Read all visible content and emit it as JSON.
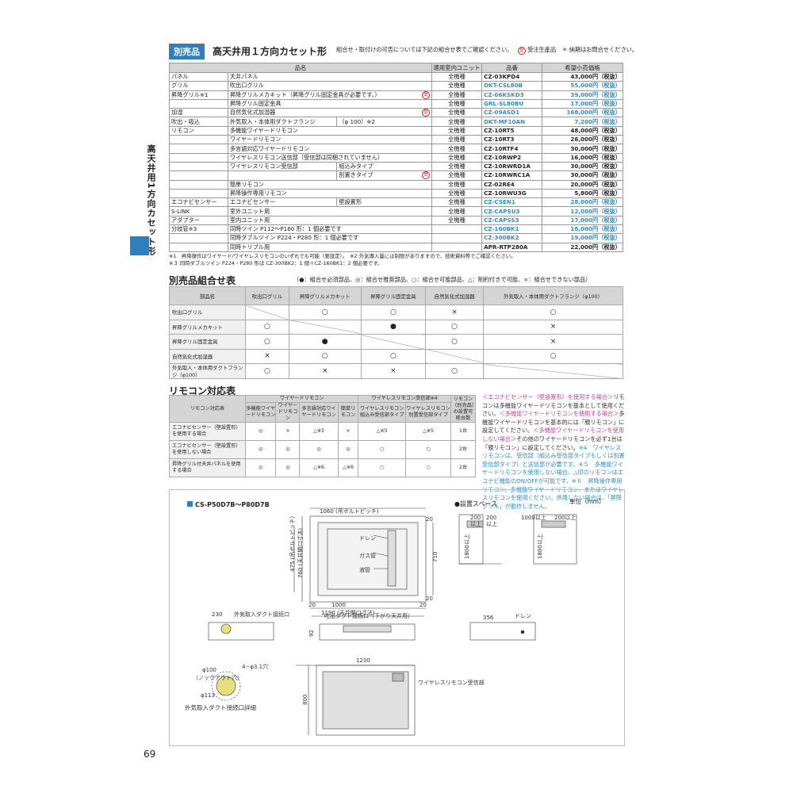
{
  "section": {
    "tag": "別売品",
    "title": "高天井用１方向カセット形",
    "note": "組合せ・取付けの可否については下記の組合せ表でご確認ください。",
    "legend_mark": "受",
    "legend_mark_text": "受注生産品",
    "legend_delivery": "＊ 納期はお問合せください。"
  },
  "side_label": "高天井用1方向カセット形",
  "page_number": "69",
  "products": {
    "headers": [
      "品名",
      "適用室内ユニット",
      "品番",
      "希望小売価格"
    ],
    "rows": [
      {
        "cat": "パネル",
        "name": "天井パネル",
        "sub": "",
        "mark": "",
        "unit": "全機種",
        "code": "CZ-03KPD4",
        "blue": false,
        "price": "43,000円（税抜）"
      },
      {
        "cat": "グリル",
        "name": "吹出口グリル",
        "sub": "",
        "mark": "",
        "unit": "全機種",
        "code": "DKT-CSL80B",
        "blue": true,
        "price": "55,000円（税抜）"
      },
      {
        "cat": "昇降グリル※1",
        "name": "昇降グリルメカキット（昇降グリル固定金具が必要です。）",
        "sub": "",
        "mark": "受",
        "unit": "全機種",
        "code": "CZ-06KSKD3",
        "blue": true,
        "price": "39,000円（税抜）"
      },
      {
        "cat": "",
        "name": "昇降グリル固定金具",
        "sub": "",
        "mark": "",
        "unit": "全機種",
        "code": "GRL-SL80BU",
        "blue": true,
        "price": "17,000円（税抜）"
      },
      {
        "cat": "加湿",
        "name": "自然気化式加湿器",
        "sub": "",
        "mark": "受",
        "unit": "全機種",
        "code": "CZ-09ASD1",
        "blue": true,
        "price": "168,000円（税抜）"
      },
      {
        "cat": "吹出・吸込",
        "name": "外気取入・本体用ダクトフランジ",
        "sub": "（φ 100）※2",
        "mark": "",
        "unit": "全機種",
        "code": "DKT-MF10AN",
        "blue": true,
        "price": "7,200円（税抜）"
      },
      {
        "cat": "リモコン",
        "name": "多機能ワイヤードリモコン",
        "sub": "",
        "mark": "",
        "unit": "全機種",
        "code": "CZ-10RT5",
        "blue": false,
        "price": "48,000円（税抜）"
      },
      {
        "cat": "",
        "name": "ワイヤードリモコン",
        "sub": "",
        "mark": "",
        "unit": "全機種",
        "code": "CZ-10RT3",
        "blue": false,
        "price": "26,000円（税抜）"
      },
      {
        "cat": "",
        "name": "多言語対応ワイヤードリモコン",
        "sub": "",
        "mark": "",
        "unit": "全機種",
        "code": "CZ-10RTF4",
        "blue": false,
        "price": "30,000円（税抜）"
      },
      {
        "cat": "",
        "name": "ワイヤレスリモコン送信部（受信部は同梱されていません）",
        "sub": "",
        "mark": "",
        "unit": "全機種",
        "code": "CZ-10RWP2",
        "blue": false,
        "price": "16,000円（税抜）"
      },
      {
        "cat": "",
        "name": "ワイヤレスリモコン受信部",
        "sub": "組込みタイプ",
        "mark": "",
        "unit": "全機種",
        "code": "CZ-10RWRD1A",
        "blue": false,
        "price": "30,000円（税抜）"
      },
      {
        "cat": "",
        "name": "",
        "sub": "別置きタイプ",
        "mark": "受",
        "unit": "全機種",
        "code": "CZ-10RWRC1A",
        "blue": false,
        "price": "30,000円（税抜）"
      },
      {
        "cat": "",
        "name": "簡単リモコン",
        "sub": "",
        "mark": "",
        "unit": "全機種",
        "code": "CZ-02RE4",
        "blue": false,
        "price": "20,000円（税抜）"
      },
      {
        "cat": "",
        "name": "昇降操作専用リモコン",
        "sub": "",
        "mark": "",
        "unit": "全機種",
        "code": "CZ-10RWU3G",
        "blue": false,
        "price": "5,800円（税抜）"
      },
      {
        "cat": "エコナビセンサー",
        "name": "エコナビセンサー",
        "sub": "壁設置形",
        "mark": "",
        "unit": "全機種",
        "code": "CZ-CSEN1",
        "blue": true,
        "price": "28,000円（税抜）"
      },
      {
        "cat": "S-LINK",
        "name": "室外ユニット用",
        "sub": "",
        "mark": "",
        "unit": "全機種",
        "code": "CZ-CAPSU3",
        "blue": true,
        "price": "12,000円（税抜）"
      },
      {
        "cat": "アダプター",
        "name": "室内ユニット用",
        "sub": "",
        "mark": "",
        "unit": "全機種",
        "code": "CZ-CAPSS3",
        "blue": true,
        "price": "17,000円（税抜）"
      },
      {
        "cat": "分岐管※3",
        "name": "同時ツイン P112～P160 形：1 個必要です",
        "sub": "",
        "mark": "",
        "unit": "",
        "code": "CZ-160BK1",
        "blue": true,
        "price": "16,000円（税抜）"
      },
      {
        "cat": "",
        "name": "同時ダブルツイン P224・P280 形：1 個必要です",
        "sub": "",
        "mark": "",
        "unit": "",
        "code": "CZ-300BK2",
        "blue": true,
        "price": "19,000円（税抜）"
      },
      {
        "cat": "",
        "name": "同時トリプル用",
        "sub": "",
        "mark": "",
        "unit": "",
        "code": "APR-RTP280A",
        "blue": false,
        "price": "22,000円（税抜）"
      }
    ],
    "footnote1": "※1　昇降操作はワイヤード/ワイヤレスリモコンのいずれでも可能（要設定）。　※2 外気導入量には制限がありますので、技術資料等でご確認ください。",
    "footnote2": "※３ 同時ダブルツイン P224・P280 形は CZ-300BK2：1 個＋CZ-160BK1：2 個必要です。"
  },
  "combo": {
    "title": "別売品組合せ表",
    "legend": "（●：組合せ必須部品、◎：組合せ推奨部品、○：組合せ可能部品、△：制約付きで可能、×：組合せできない部品）",
    "corner": "部品名",
    "cols": [
      "吹出口グリル",
      "昇降グリルメカキット",
      "昇降グリル固定金具",
      "自然気化式加湿器",
      "外気取入・本体用ダクトフランジ（φ100）"
    ],
    "rows": [
      {
        "name": "吹出口グリル",
        "cells": [
          "",
          "○",
          "○",
          "×",
          "○"
        ]
      },
      {
        "name": "昇降グリルメカキット",
        "cells": [
          "○",
          "",
          "●",
          "○",
          "×"
        ]
      },
      {
        "name": "昇降グリル固定金具",
        "cells": [
          "○",
          "●",
          "",
          "○",
          "×"
        ]
      },
      {
        "name": "自然気化式加湿器",
        "cells": [
          "×",
          "○",
          "○",
          "",
          "○"
        ]
      },
      {
        "name": "外気取入・本体用ダクトフランジ（φ100）",
        "cells": [
          "○",
          "×",
          "×",
          "○",
          ""
        ]
      }
    ]
  },
  "remote": {
    "title": "リモコン対応表",
    "corner": "リモコン対応表",
    "group_wired": "ワイヤードリモコン",
    "group_wireless": "ワイヤレスリモコン受信部※4",
    "group_count": "リモコン（別売品）の設置可能台数",
    "cols": [
      "多機能ワイヤードリモコン",
      "ワイヤードリモコン",
      "多言語対応ワイヤードリモコン",
      "簡単リモコン",
      "ワイヤレスリモコン組込み受信部タイプ",
      "ワイヤレスリモコン別置受信部タイプ"
    ],
    "rows": [
      {
        "name": "エコナビセンサー（壁設置形）を使用する場合",
        "cells": [
          "◎",
          "×",
          "△※5",
          "×",
          "△※5",
          "△※5"
        ],
        "count": "1台"
      },
      {
        "name": "エコナビセンサー（壁設置形）を使用しない場合",
        "cells": [
          "◎",
          "◎",
          "◎",
          "◎",
          "○",
          "○"
        ],
        "count": "2台"
      },
      {
        "name": "昇降グリル付天井パネルを使用する場合",
        "cells": [
          "◎",
          "◎",
          "△※6",
          "△※6",
          "○",
          "○"
        ],
        "count": "2台"
      }
    ],
    "notes": [
      {
        "cls": "pink",
        "text": "＜エコナビセンサー（壁設置形）を使用する場合＞"
      },
      {
        "cls": "",
        "text": "リモコンは多機能ワイヤードリモコンを基本として使用ください。"
      },
      {
        "cls": "pink",
        "text": "＜多機能ワイヤードリモコンを使用する場合＞"
      },
      {
        "cls": "",
        "text": "多機能ワイヤードリモコンを基本的には「親リモコン」に設定してください。"
      },
      {
        "cls": "pink",
        "text": "＜多機能ワイヤードリモコンを使用しない場合＞"
      },
      {
        "cls": "",
        "text": "その他のワイヤードリモコンを必ず1台は「親リモコン」に設定してください。"
      },
      {
        "cls": "blue",
        "text": "※4　ワイヤレスリモコンは、受信部（組込み受信部タイプもしくは別置受信部タイプ）と送信部が必要です。"
      },
      {
        "cls": "blue",
        "text": "※５　多機能ワイヤードリモコンを使用しない場合、△印のリモコンはエコナビ機能のON/OFFが可能です。"
      },
      {
        "cls": "blue",
        "text": "※６　昇降操作専用リモコン、多機能ワイヤードリモコン、またはワイヤレスリモコンを使用ください。併用しない場合は、「昇降グリル」が動作しません。"
      }
    ]
  },
  "drawing": {
    "model": "CS-P50D7B～P80D7B",
    "unit_label": "単位（mm）",
    "space_label": "●設置スペース",
    "labels": {
      "bolt_pitch": "1060 (吊ボルトピッチ)",
      "ceiling_w": "1190 (天井開口寸法)",
      "ceiling_h": "760 (天井開口寸法)",
      "bolt_h": "475 (吊ボルトピッチ)",
      "w1000": "1000",
      "h710": "710",
      "d20a": "20",
      "d20b": "20",
      "d20c": "20",
      "d20d": "20",
      "drain": "ドレン",
      "gas": "ガス管",
      "liquid": "液管",
      "s200a": "200",
      "s200b": "200",
      "s_above_a": "以上",
      "s_above_b": "以上",
      "s1800a": "1800以上",
      "s1000": "1000以上",
      "s200c": "200以上",
      "s1800b": "1800以上",
      "fresh_duct": "外気取入ダクト接続口",
      "d230": "230",
      "outlet_duct": "吐出ダクト接続口（下がり天井用）",
      "d92": "92",
      "d356": "356",
      "drain2": "ドレン",
      "d1230": "1230",
      "d800": "800",
      "wireless_rx": "ワイヤレスリモコン受信部",
      "phi100": "φ100",
      "knockout": "（ノックアウト穴）",
      "phi113": "φ113",
      "screw": "4−φ3.1穴",
      "detail": "外気取入ダクト接続口詳細"
    }
  }
}
